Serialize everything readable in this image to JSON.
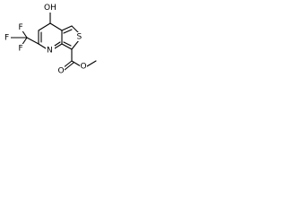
{
  "structure": {
    "atoms": {
      "hydroxyl_label": "OH",
      "sulfur_label": "S",
      "nitrogen_label": "N",
      "fluorine_top_label": "F",
      "fluorine_left_label": "F",
      "fluorine_bottom_label": "F",
      "carbonyl_oxygen_label": "O",
      "ester_oxygen_label": "O"
    }
  }
}
